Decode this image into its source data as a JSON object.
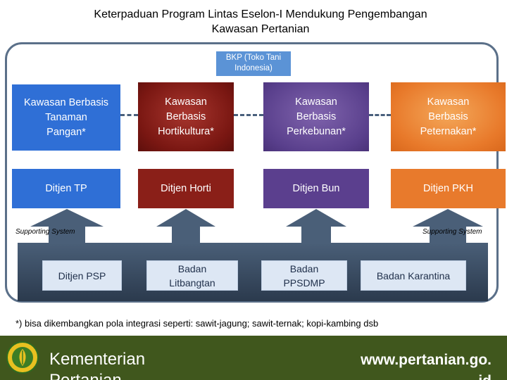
{
  "title_line1": "Keterpaduan Program Lintas Eselon-I Mendukung Pengembangan",
  "title_line2": "Kawasan Pertanian",
  "bkp": {
    "line1": "BKP (Toko Tani",
    "line2": "Indonesia)"
  },
  "kawasan": [
    {
      "lines": [
        "Kawasan Berbasis",
        "Tanaman",
        "Pangan*"
      ]
    },
    {
      "lines": [
        "Kawasan",
        "Berbasis",
        "Hortikultura*"
      ]
    },
    {
      "lines": [
        "Kawasan",
        "Berbasis",
        "Perkebunan*"
      ]
    },
    {
      "lines": [
        "Kawasan",
        "Berbasis",
        "Peternakan*"
      ]
    }
  ],
  "ditjen": [
    "Ditjen TP",
    "Ditjen Horti",
    "Ditjen Bun",
    "Ditjen PKH"
  ],
  "supporting_left": "Supporting System",
  "supporting_right": "Supporting System",
  "support_units": [
    {
      "lines": [
        "Ditjen PSP"
      ]
    },
    {
      "lines": [
        "Badan",
        "Litbangtan"
      ]
    },
    {
      "lines": [
        "Badan",
        "PPSDMP"
      ]
    },
    {
      "lines": [
        "Badan Karantina"
      ]
    }
  ],
  "footnote": "*) bisa dikembangkan pola integrasi seperti: sawit-jagung; sawit-ternak; kopi-kambing dsb",
  "footer": {
    "org_line1": "Kementerian",
    "org_line2": "Pertanian",
    "website_line1": "www.pertanian.go.",
    "website_line2": "id"
  },
  "colors": {
    "pangan": "#2f6fd6",
    "hortikultura": "#8a1f18",
    "perkebunan": "#5b3f8e",
    "peternakan": "#e87a2c",
    "support_bar": "#3a4d63",
    "footer_bg": "#40571d"
  }
}
